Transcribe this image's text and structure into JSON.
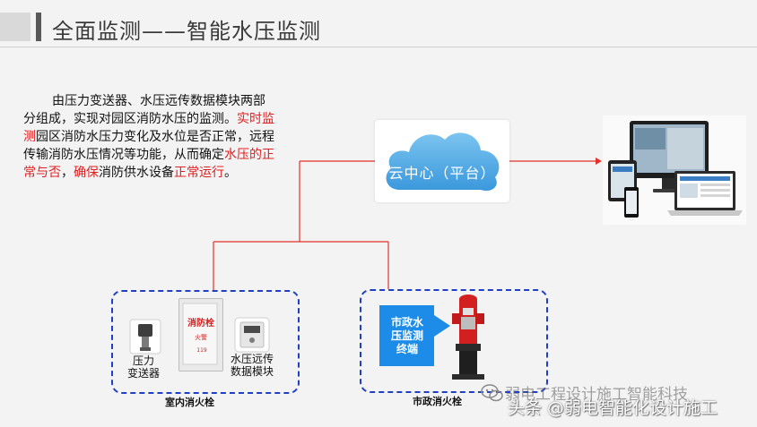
{
  "header": {
    "title": "全面监测——智能水压监测"
  },
  "description": {
    "parts": [
      {
        "text": "由压力变送器、水压远传数据模块两部分组成，实现对园区消防水压的监测。",
        "highlight": false
      },
      {
        "text": "实时监测",
        "highlight": true
      },
      {
        "text": "园区消防水压力变化及水位是否正常，远程传输消防水压情况等功能，从而确定",
        "highlight": false
      },
      {
        "text": "水压的正常与否",
        "highlight": true
      },
      {
        "text": "，",
        "highlight": false
      },
      {
        "text": "确保",
        "highlight": true
      },
      {
        "text": "消防供水设备",
        "highlight": false
      },
      {
        "text": "正常运行",
        "highlight": true
      },
      {
        "text": "。",
        "highlight": false
      }
    ]
  },
  "cloud": {
    "label": "云中心（平台）"
  },
  "indoor": {
    "group_label": "室内消火栓",
    "pressure_label": "压力\n变送器",
    "remote_label": "水压远传\n数据模块",
    "panel_title": "消防栓",
    "panel_sub": "火警",
    "panel_num": "119"
  },
  "municipal": {
    "group_label": "市政消火栓",
    "terminal_label": "市政水\n压监测\n终端"
  },
  "watermark": {
    "line1": "弱电工程设计施工智能科技",
    "line2": "头条 @弱电智能化设计施工"
  },
  "colors": {
    "highlight": "#e02020",
    "connector": "#e0322a",
    "group_border": "#1f3fc4",
    "cloud_blue": "#4aa8e4",
    "terminal_blue": "#1d8ce8"
  }
}
